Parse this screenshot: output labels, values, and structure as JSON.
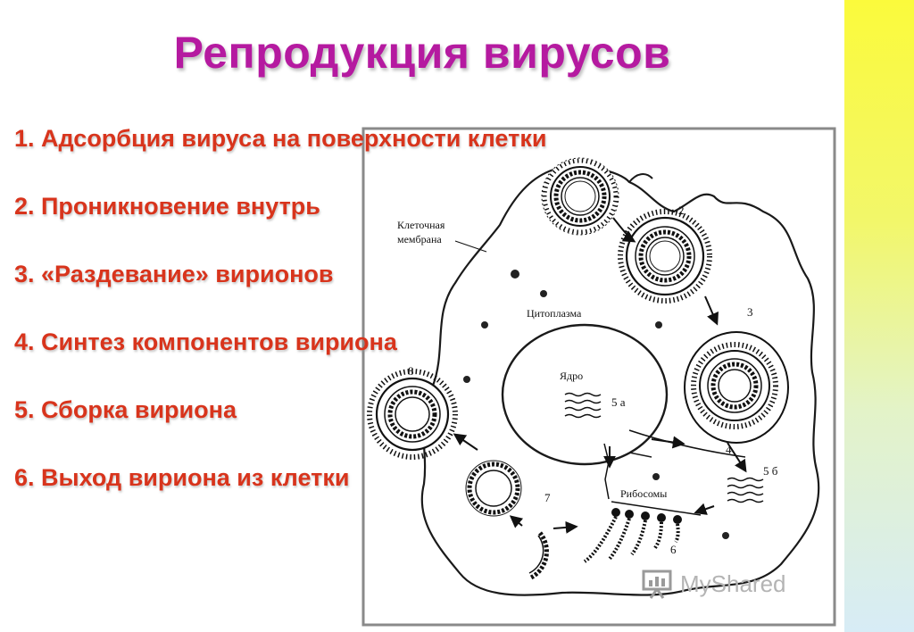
{
  "title": "Репродукция вирусов",
  "steps": [
    "1. Адсорбция вируса на поверхности клетки",
    "2. Проникновение внутрь",
    "3. «Раздевание» вирионов",
    "4. Синтез компонентов вириона",
    "5. Сборка вириона",
    "6. Выход вириона из клетки"
  ],
  "diagram": {
    "labels": {
      "membrane": [
        "Клеточная",
        "мембрана"
      ],
      "cytoplasm": "Цитоплазма",
      "nucleus": "Ядро",
      "ribosomes": "Рибосомы"
    },
    "stage_numbers": [
      "2",
      "3",
      "4",
      "5 а",
      "5 б",
      "6",
      "7",
      "8"
    ]
  },
  "watermark": {
    "text": "MyShared",
    "icon": "presentation-chart-icon"
  },
  "colors": {
    "title": "#b51aa0",
    "steps": "#d8341c",
    "side_band_top": "#fbfa3c",
    "side_band_bottom": "#d7ecf6"
  }
}
